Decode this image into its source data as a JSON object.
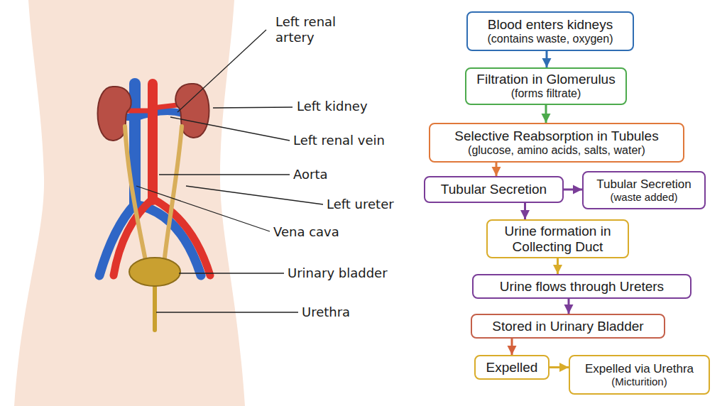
{
  "diagram": {
    "nodes": [
      {
        "text": [
          "Blood enters kidneys",
          "(contains waste, oxygen)"
        ]
      },
      {
        "text": [
          "Filtration in Glomerulus",
          "(forms filtrate)"
        ]
      },
      {
        "text": [
          "Selective Reabsorption in Tubules",
          "(glucose, amino acids, salts, water)"
        ]
      },
      {
        "text": [
          "Tubular Secretion"
        ]
      },
      {
        "text": [
          "Tubular Secretion",
          "(waste added)"
        ]
      },
      {
        "text": [
          "Urine formation in Collecting Duct"
        ]
      },
      {
        "text": [
          "Urine flows through Ureters"
        ]
      },
      {
        "text": [
          "Stored in Urinary Bladder"
        ]
      },
      {
        "text": [
          "Expelled"
        ]
      },
      {
        "text": [
          "Expelled via Urethra",
          "(Micturition)"
        ]
      }
    ],
    "edges": [
      {
        "from": 0,
        "to": 1,
        "arrow": "to"
      },
      {
        "from": 1,
        "to": 2,
        "arrow": "to"
      },
      {
        "from": 2,
        "to": 3,
        "arrow": "to"
      },
      {
        "from": 3,
        "to": 4,
        "arrow": "to"
      },
      {
        "from": 3,
        "to": 5,
        "arrow": "to"
      },
      {
        "from": 5,
        "to": 6,
        "arrow": "to"
      },
      {
        "from": 6,
        "to": 7,
        "arrow": "to"
      },
      {
        "from": 7,
        "to": 8,
        "arrow": "to"
      },
      {
        "from": 8,
        "to": 9,
        "arrow": "to"
      }
    ],
    "labels": [
      "Left renal artery",
      "Left kidney",
      "Left renal vein",
      "Aorta",
      "Left ureter",
      "Vena cava",
      "Urinary bladder",
      "Urethra"
    ]
  }
}
